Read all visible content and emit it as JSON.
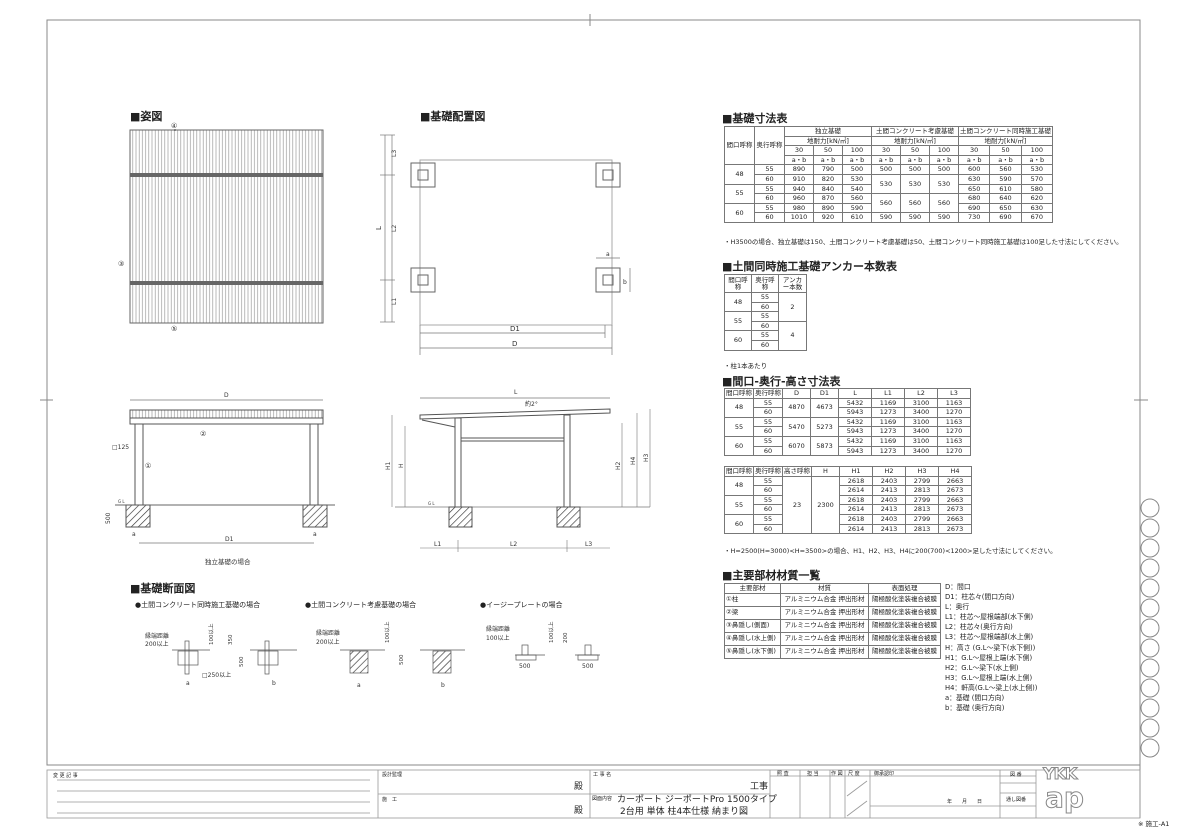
{
  "sections": {
    "perspective": "■姿図",
    "layout": "■基礎配置図",
    "section": "■基礎断面図",
    "foundation_table": "■基礎寸法表",
    "anchor_table": "■土間同時施工基礎アンカー本数表",
    "size_table": "■間口-奥行-高さ寸法表",
    "material_table": "■主要部材材質一覧"
  },
  "callouts": {
    "c1": "①",
    "c2": "②",
    "c3": "③",
    "c4": "④",
    "c5": "⑤",
    "post_size": "□125"
  },
  "dims": {
    "L": "L",
    "L1": "L1",
    "L2": "L2",
    "L3": "L3",
    "D": "D",
    "D1": "D1",
    "a": "a",
    "b": "b",
    "H": "H",
    "H1": "H1",
    "H2": "H2",
    "H3": "H3",
    "H4": "H4",
    "GL": "G L",
    "slope": "約2°",
    "depth500": "500",
    "front_caption": "独立基礎の場合"
  },
  "section_views": {
    "v1_title": "●土間コンクリート同時施工基礎の場合",
    "v2_title": "●土間コンクリート考慮基礎の場合",
    "v3_title": "●イージープレートの場合",
    "edge": "縁端距離",
    "edge200": "200以上",
    "edge100": "100以上",
    "d100": "100以上",
    "d350": "350",
    "d500": "500",
    "d200": "200",
    "sq250": "□250以上",
    "w500": "500"
  },
  "foundation_table": {
    "h_width": "間口呼称",
    "h_depth": "奥行呼称",
    "groups": [
      "独立基礎",
      "土間コンクリート考慮基礎",
      "土間コンクリート同時施工基礎"
    ],
    "bearing": "地耐力[kN/㎡]",
    "loads": [
      "30",
      "50",
      "100"
    ],
    "ab": "a・b",
    "rows": [
      {
        "w": "48",
        "d": "55",
        "v": [
          "890",
          "790",
          "500",
          "500",
          "500",
          "500",
          "600",
          "560",
          "530"
        ]
      },
      {
        "w": "",
        "d": "60",
        "v": [
          "910",
          "820",
          "530",
          "530",
          "530",
          "530",
          "630",
          "590",
          "570"
        ]
      },
      {
        "w": "55",
        "d": "55",
        "v": [
          "940",
          "840",
          "540",
          "",
          "",
          "",
          "650",
          "610",
          "580"
        ]
      },
      {
        "w": "",
        "d": "60",
        "v": [
          "960",
          "870",
          "560",
          "560",
          "560",
          "560",
          "680",
          "640",
          "620"
        ]
      },
      {
        "w": "60",
        "d": "55",
        "v": [
          "980",
          "890",
          "590",
          "",
          "",
          "",
          "690",
          "650",
          "630"
        ]
      },
      {
        "w": "",
        "d": "60",
        "v": [
          "1010",
          "920",
          "610",
          "590",
          "590",
          "590",
          "730",
          "690",
          "670"
        ]
      }
    ],
    "note": "・H3500の場合、独立基礎は150、土間コンクリート考慮基礎は50、土間コンクリート同時施工基礎は100足した寸法にしてください。"
  },
  "anchor_table": {
    "h_width": "間口呼称",
    "h_depth": "奥行呼称",
    "h_count": "アンカー本数",
    "widths": [
      "48",
      "55",
      "60"
    ],
    "depths": [
      "55",
      "60"
    ],
    "counts": [
      "2",
      "4"
    ],
    "note": "・柱1本あたり"
  },
  "size_table": {
    "headers1": [
      "間口呼称",
      "奥行呼称",
      "D",
      "D1",
      "L",
      "L1",
      "L2",
      "L3"
    ],
    "rows1": [
      {
        "w": "48",
        "D": "4870",
        "D1": "4673",
        "r": [
          [
            "55",
            "5432",
            "1169",
            "3100",
            "1163"
          ],
          [
            "60",
            "5943",
            "1273",
            "3400",
            "1270"
          ]
        ]
      },
      {
        "w": "55",
        "D": "5470",
        "D1": "5273",
        "r": [
          [
            "55",
            "5432",
            "1169",
            "3100",
            "1163"
          ],
          [
            "60",
            "5943",
            "1273",
            "3400",
            "1270"
          ]
        ]
      },
      {
        "w": "60",
        "D": "6070",
        "D1": "5873",
        "r": [
          [
            "55",
            "5432",
            "1169",
            "3100",
            "1163"
          ],
          [
            "60",
            "5943",
            "1273",
            "3400",
            "1270"
          ]
        ]
      }
    ],
    "headers2": [
      "間口呼称",
      "奥行呼称",
      "高さ呼称",
      "H",
      "H1",
      "H2",
      "H3",
      "H4"
    ],
    "height_code": "23",
    "H": "2300",
    "rows2": [
      {
        "w": "48",
        "r": [
          [
            "55",
            "2618",
            "2403",
            "2799",
            "2663"
          ],
          [
            "60",
            "2614",
            "2413",
            "2813",
            "2673"
          ]
        ]
      },
      {
        "w": "55",
        "r": [
          [
            "55",
            "2618",
            "2403",
            "2799",
            "2663"
          ],
          [
            "60",
            "2614",
            "2413",
            "2813",
            "2673"
          ]
        ]
      },
      {
        "w": "60",
        "r": [
          [
            "55",
            "2618",
            "2403",
            "2799",
            "2663"
          ],
          [
            "60",
            "2614",
            "2413",
            "2813",
            "2673"
          ]
        ]
      }
    ],
    "note": "・H=2500(H=3000)<H=3500>の場合、H1、H2、H3、H4に200(700)<1200>足した寸法にしてください。"
  },
  "material_table": {
    "headers": [
      "主要部材",
      "材質",
      "表面処理"
    ],
    "rows": [
      [
        "①柱",
        "アルミニウム合金 押出形材",
        "陽極酸化塗装複合被膜"
      ],
      [
        "②梁",
        "アルミニウム合金 押出形材",
        "陽極酸化塗装複合被膜"
      ],
      [
        "③鼻隠し(側面)",
        "アルミニウム合金 押出形材",
        "陽極酸化塗装複合被膜"
      ],
      [
        "④鼻隠し(水上側)",
        "アルミニウム合金 押出形材",
        "陽極酸化塗装複合被膜"
      ],
      [
        "⑤鼻隠し(水下側)",
        "アルミニウム合金 押出形材",
        "陽極酸化塗装複合被膜"
      ]
    ]
  },
  "legend": [
    "D：間口",
    "D1：柱芯々(間口方向)",
    "L：奥行",
    "L1：柱芯～屋根端部(水下側)",
    "L2：柱芯々(奥行方向)",
    "L3：柱芯～屋根端部(水上側)",
    "H：高さ (G.L～梁下(水下側))",
    "H1：G.L～屋根上端(水下側)",
    "H2：G.L～梁下(水上側)",
    "H3：G.L～屋根上端(水上側)",
    "H4：軒高(G.L～梁上(水上側))",
    "a：基礎 (間口方向)",
    "b：基礎 (奥行方向)"
  ],
  "title_block": {
    "change_log": "変 更 記 事",
    "design": "設計監理",
    "construction": "施　工",
    "sama": "殿",
    "project_label": "工 事 名",
    "project_suffix": "工事",
    "content_label": "図面内容",
    "content_line1": "カーポート ジーポートPro 1500タイプ",
    "content_line2": "2台用 単体 柱4本仕様 納まり図",
    "check": "照 査",
    "charge": "担 当",
    "drawn": "作 図",
    "scale": "尺 度",
    "approval": "御承認印",
    "date": "年　　月　　日",
    "drawing_no": "図 番",
    "serial_no": "通し図番",
    "logo_top": "YKK",
    "logo_bottom": "ap",
    "code": "※ 施工-A1"
  }
}
